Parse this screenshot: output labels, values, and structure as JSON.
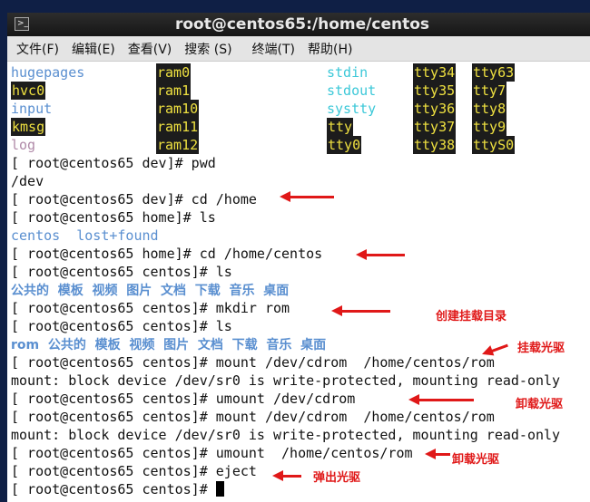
{
  "window": {
    "title": "root@centos65:/home/centos",
    "icon": "terminal-icon"
  },
  "menu": [
    "文件(F)",
    "编辑(E)",
    "查看(V)",
    "搜索 (S)",
    "终端(T)",
    "帮助(H)"
  ],
  "listing": [
    [
      [
        "hugepages",
        "dir"
      ],
      [
        "ram0",
        "dev"
      ],
      [
        "stdin",
        "cy"
      ],
      [
        "tty34",
        "dev"
      ],
      [
        "tty63",
        "dev"
      ]
    ],
    [
      [
        "hvc0",
        "dev"
      ],
      [
        "ram1",
        "dev"
      ],
      [
        "stdout",
        "cy"
      ],
      [
        "tty35",
        "dev"
      ],
      [
        "tty7",
        "dev"
      ]
    ],
    [
      [
        "input",
        "dir"
      ],
      [
        "ram10",
        "dev"
      ],
      [
        "systty",
        "cy"
      ],
      [
        "tty36",
        "dev"
      ],
      [
        "tty8",
        "dev"
      ]
    ],
    [
      [
        "kmsg",
        "dev"
      ],
      [
        "ram11",
        "dev"
      ],
      [
        "tty",
        "dev"
      ],
      [
        "tty37",
        "dev"
      ],
      [
        "tty9",
        "dev"
      ]
    ],
    [
      [
        "log",
        "lg"
      ],
      [
        "ram12",
        "dev"
      ],
      [
        "tty0",
        "dev"
      ],
      [
        "tty38",
        "dev"
      ],
      [
        "ttyS0",
        "dev"
      ]
    ]
  ],
  "lines": [
    {
      "text": "[ root@centos65 dev]# pwd"
    },
    {
      "text": "/dev"
    },
    {
      "text": "[ root@centos65 dev]# cd /home"
    },
    {
      "text": "[ root@centos65 home]# ls"
    },
    {
      "text": "centos  lost+found",
      "cls": "dir"
    },
    {
      "text": "[ root@centos65 home]# cd /home/centos"
    },
    {
      "text": "[ root@centos65 centos]# ls"
    },
    {
      "text": "公共的  模板  视频  图片  文档  下载  音乐  桌面",
      "cls": "zh"
    },
    {
      "text": "[ root@centos65 centos]# mkdir rom"
    },
    {
      "text": "[ root@centos65 centos]# ls"
    },
    {
      "text": "rom  公共的  模板  视频  图片  文档  下载  音乐  桌面",
      "cls": "zh"
    },
    {
      "text": "[ root@centos65 centos]# mount /dev/cdrom  /home/centos/rom"
    },
    {
      "text": "mount: block device /dev/sr0 is write-protected, mounting read-only"
    },
    {
      "text": "[ root@centos65 centos]# umount /dev/cdrom"
    },
    {
      "text": "[ root@centos65 centos]# mount /dev/cdrom  /home/centos/rom"
    },
    {
      "text": "mount: block device /dev/sr0 is write-protected, mounting read-only"
    },
    {
      "text": "[ root@centos65 centos]# umount  /home/centos/rom"
    },
    {
      "text": "[ root@centos65 centos]# eject"
    },
    {
      "text": "[ root@centos65 centos]# ",
      "cursor": true
    }
  ],
  "annotations": {
    "mkdir": "创建挂载目录",
    "mount": "挂载光驱",
    "umount1": "卸载光驱",
    "umount2": "卸载光驱",
    "eject": "弹出光驱"
  },
  "colors": {
    "annotation": "#e01818",
    "directory": "#5a8fd0",
    "device_fg": "#eee040",
    "device_bg": "#1c1c1c",
    "link": "#3cc8d8"
  }
}
